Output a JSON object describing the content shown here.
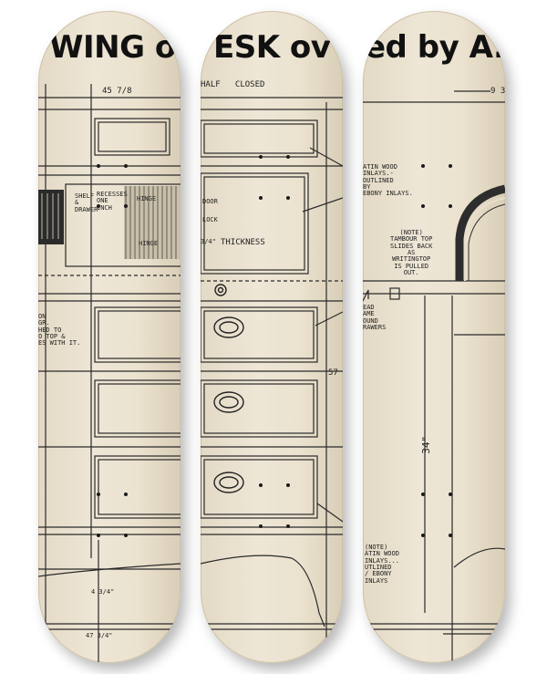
{
  "decks": {
    "left": {
      "title_fragment": "WING of",
      "dimension_top": "45 7/8",
      "label_shelf": "SHELF & DRAWER",
      "label_recesses": "RECESSES ONE INCH",
      "label_hinge_top": "HINGE",
      "label_hinge_bottom": "HINGE",
      "side_note": "ON\nGR.\nHED TO\nO TOP &\nES WITH IT.",
      "dimension_bottom_height": "4 3/4\"",
      "dimension_bottom_width": "47 3/4\""
    },
    "center": {
      "title_fragment": "ESK  ov",
      "label_half_closed": "HALF   CLOSED",
      "label_door": "DOOR",
      "label_lock": "LOCK",
      "label_thickness": "THICKNESS",
      "label_thickness_prefix": "3/4\"",
      "side_dimension": "57"
    },
    "right": {
      "title_fragment": "ed by A.",
      "dimension_top": "9 3",
      "note_inlays": "ATIN WOOD\nINLAYS.-\nOUTLINED\nBY\nEBONY INLAYS.",
      "note_tambour": "(NOTE)\nTAMBOUR TOP\nSLIDES BACK\nAS\nWRITINGTOP\nIS PULLED\nOUT.",
      "note_drawers": "EAD\nAME\nOUND\nRAWERS",
      "dimension_height": "34\"",
      "note_bottom": "(NOTE)\nATIN WOOD\nINLAYS...\nUTLINED\n/ EBONY\nINLAYS"
    }
  },
  "colors": {
    "paper": "#ebe2cf",
    "ink": "#222222",
    "background": "#ffffff"
  }
}
